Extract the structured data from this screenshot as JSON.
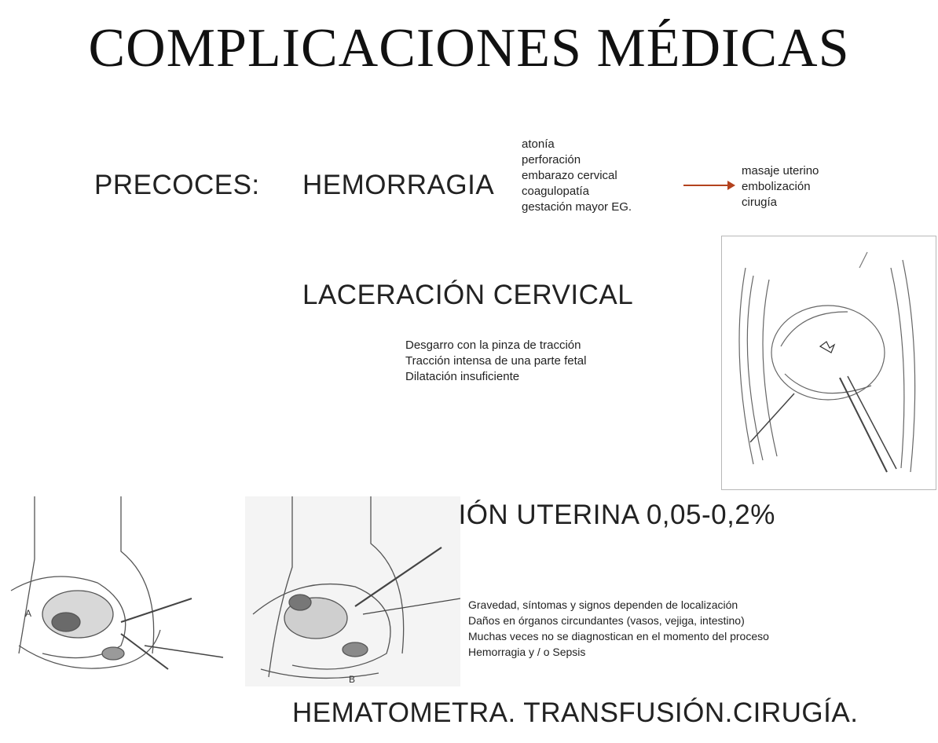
{
  "slide": {
    "title": "COMPLICACIONES MÉDICAS"
  },
  "precoces": {
    "label": "PRECOCES:",
    "hemorragia": {
      "heading": "HEMORRAGIA",
      "causes": [
        "atonía",
        "perforación",
        "embarazo cervical",
        "coagulopatía",
        "gestación mayor  EG."
      ],
      "treatments": [
        "masaje uterino",
        "embolización",
        "cirugía"
      ]
    },
    "laceracion": {
      "heading": "LACERACIÓN  CERVICAL",
      "causes": [
        "Desgarro con la pinza de tracción",
        "Tracción intensa de una parte fetal",
        "Dilatación insuficiente"
      ]
    },
    "perforacion": {
      "heading": "PERFORACIÓN  UTERINA  0,05-0,2%",
      "notes": [
        "Gravedad,  síntomas y signos dependen  de localización",
        "Daños en órganos circundantes   (vasos, vejiga, intestino)",
        "Muchas veces  no se diagnostican  en el momento  del proceso",
        "Hemorragia y / o Sepsis"
      ]
    },
    "footer": {
      "heading": "HEMATOMETRA.  TRANSFUSIÓN.CIRUGÍA."
    }
  },
  "figures": {
    "cervix_caption": "",
    "left_label": "A",
    "right_label": "B"
  },
  "colors": {
    "arrow": "#b3421e",
    "text": "#222222"
  }
}
